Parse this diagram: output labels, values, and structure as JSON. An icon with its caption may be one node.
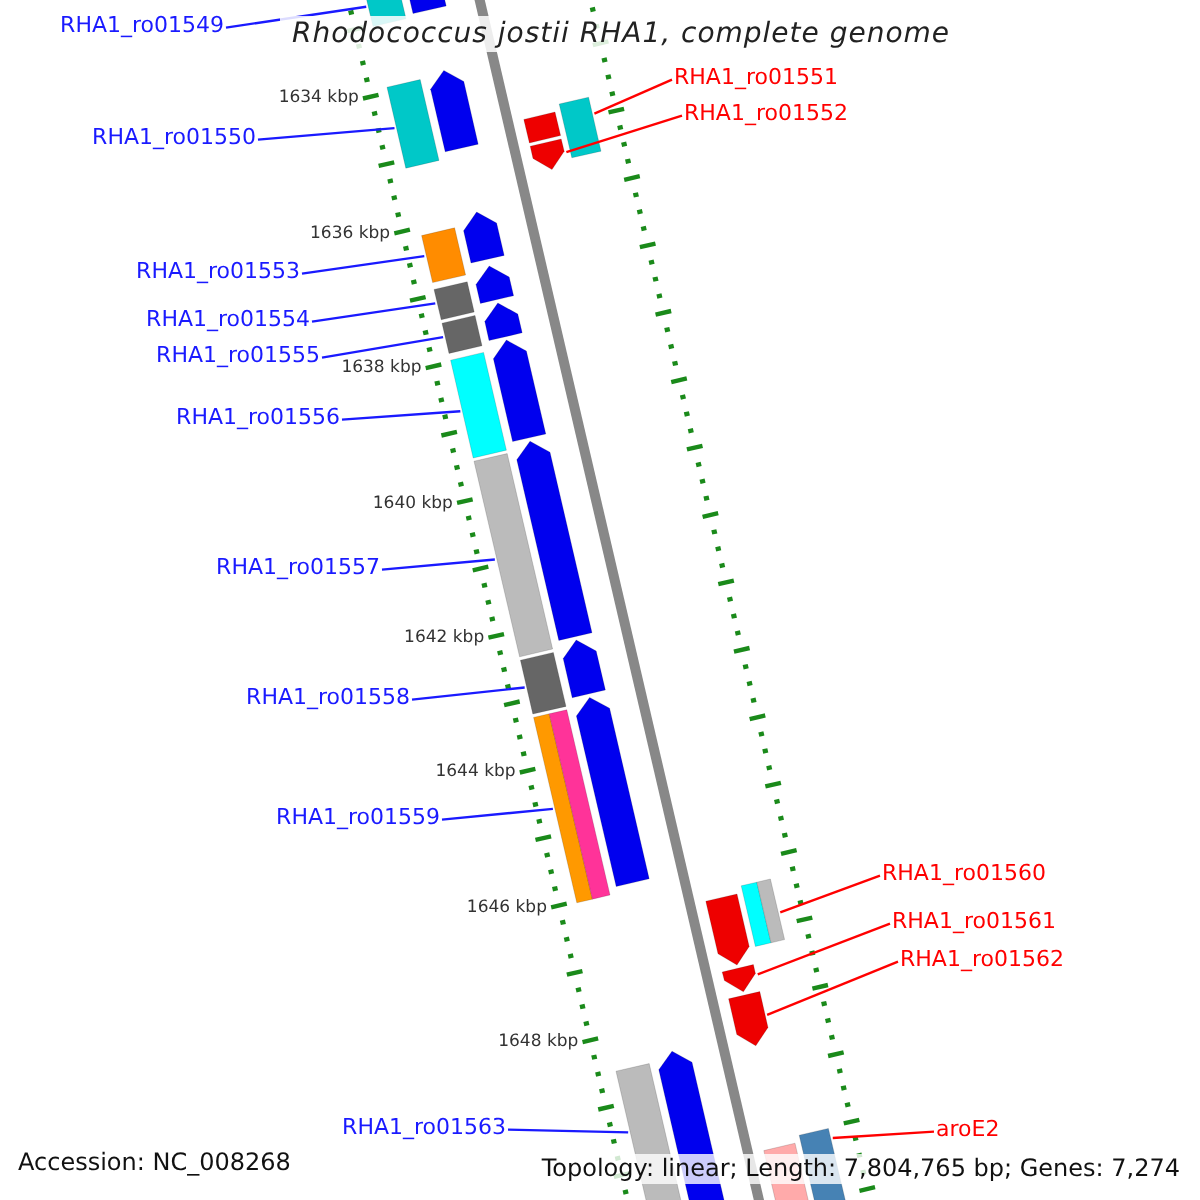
{
  "diagram": {
    "title": "Rhodococcus jostii RHA1, complete genome",
    "nodes": [
      {
        "text": [
          "RHA1_ro01549"
        ]
      },
      {
        "text": [
          "RHA1_ro01551"
        ]
      },
      {
        "text": [
          "RHA1_ro01552"
        ]
      },
      {
        "text": [
          "RHA1_ro01550"
        ]
      },
      {
        "text": [
          "RHA1_ro01553"
        ]
      },
      {
        "text": [
          "RHA1_ro01554"
        ]
      },
      {
        "text": [
          "RHA1_ro01555"
        ]
      },
      {
        "text": [
          "RHA1_ro01556"
        ]
      },
      {
        "text": [
          "RHA1_ro01557"
        ]
      },
      {
        "text": [
          "RHA1_ro01558"
        ]
      },
      {
        "text": [
          "RHA1_ro01559"
        ]
      },
      {
        "text": [
          "RHA1_ro01560"
        ]
      },
      {
        "text": [
          "RHA1_ro01561"
        ]
      },
      {
        "text": [
          "RHA1_ro01562"
        ]
      },
      {
        "text": [
          "RHA1_ro01563"
        ]
      },
      {
        "text": [
          "aroE2"
        ]
      },
      {
        "text": [],
        "shape": "bar"
      },
      {
        "text": [],
        "shape": "bar"
      },
      {
        "text": [],
        "shape": "bar"
      },
      {
        "text": [],
        "shape": "bar"
      },
      {
        "text": [],
        "shape": "bar"
      },
      {
        "text": [],
        "shape": "bar"
      },
      {
        "text": [],
        "shape": "bar"
      },
      {
        "text": [],
        "shape": "bar"
      },
      {
        "text": [],
        "shape": "bar"
      },
      {
        "text": [],
        "shape": "bar"
      },
      {
        "text": [],
        "shape": "bar"
      },
      {
        "text": [],
        "shape": "bar"
      },
      {
        "text": [],
        "shape": "bar"
      },
      {
        "text": [],
        "shape": "bar"
      },
      {
        "text": [],
        "shape": "bar"
      },
      {
        "text": [],
        "shape": "bar"
      }
    ],
    "edges": [
      {
        "from": 0,
        "to": 16,
        "arrow": "none"
      },
      {
        "from": 1,
        "to": 17,
        "arrow": "none",
        "color": "#ff0000"
      },
      {
        "from": 2,
        "to": 18,
        "arrow": "none",
        "color": "#ff0000"
      },
      {
        "from": 3,
        "to": 19,
        "arrow": "none"
      },
      {
        "from": 4,
        "to": 20,
        "arrow": "none"
      },
      {
        "from": 5,
        "to": 21,
        "arrow": "none"
      },
      {
        "from": 6,
        "to": 22,
        "arrow": "none"
      },
      {
        "from": 7,
        "to": 23,
        "arrow": "none"
      },
      {
        "from": 8,
        "to": 24,
        "arrow": "none"
      },
      {
        "from": 9,
        "to": 25,
        "arrow": "none"
      },
      {
        "from": 10,
        "to": 26,
        "arrow": "none"
      },
      {
        "from": 11,
        "to": 27,
        "arrow": "none",
        "color": "#ff0000"
      },
      {
        "from": 12,
        "to": 28,
        "arrow": "none",
        "color": "#ff0000"
      },
      {
        "from": 13,
        "to": 29,
        "arrow": "none",
        "color": "#ff0000"
      },
      {
        "from": 14,
        "to": 30,
        "arrow": "none"
      },
      {
        "from": 15,
        "to": 31,
        "arrow": "none",
        "color": "#ff0000"
      }
    ],
    "labels": [
      "1634 kbp",
      "1636 kbp",
      "1638 kbp",
      "1640 kbp",
      "1642 kbp",
      "1644 kbp",
      "1646 kbp",
      "1648 kbp",
      "Accession: NC_008268",
      "Topology: linear; Length: 7,804,765 bp; Genes: 7,274"
    ]
  }
}
